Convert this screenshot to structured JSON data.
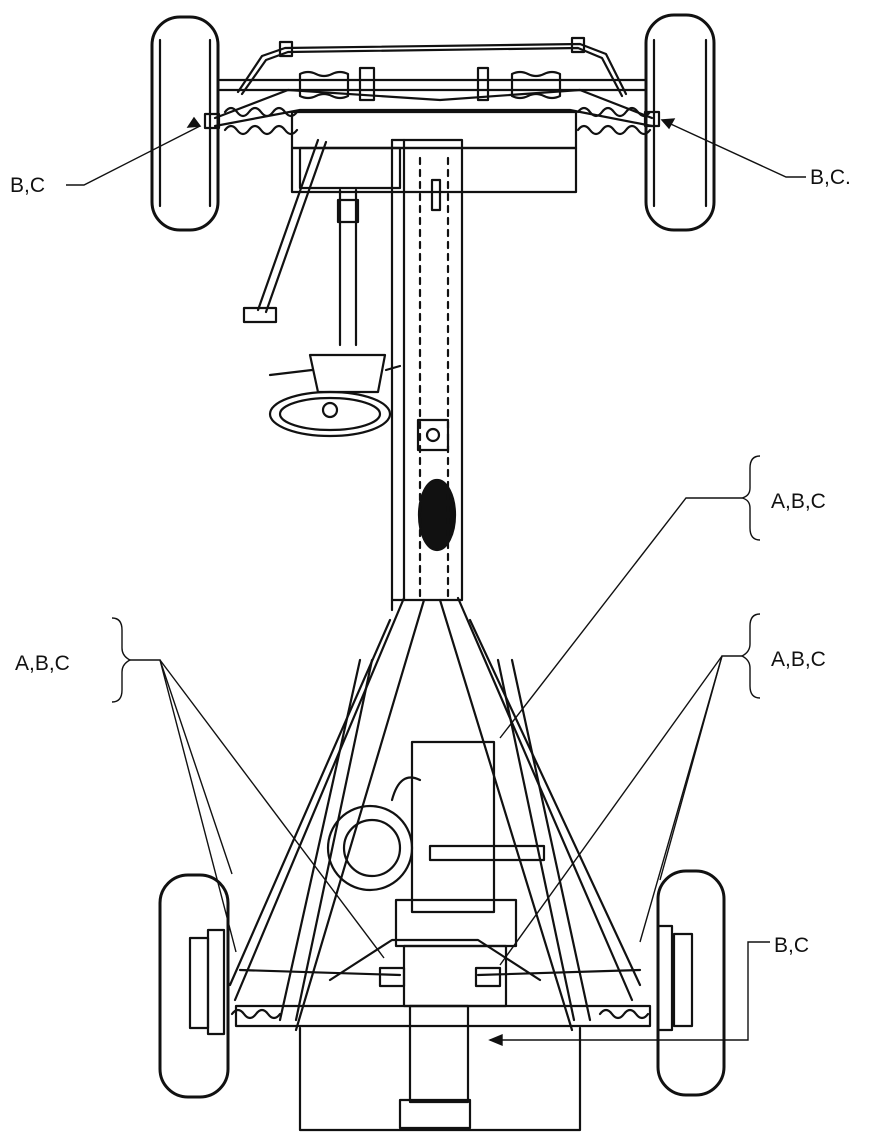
{
  "callouts": {
    "front_left": "B,C",
    "front_right": "B,C.",
    "center_right": "A,B,C",
    "rear_left": "A,B,C",
    "rear_right": "A,B,C",
    "rear_right_lower": "B,C"
  },
  "colors": {
    "ink": "#111111",
    "paper": "#ffffff"
  }
}
